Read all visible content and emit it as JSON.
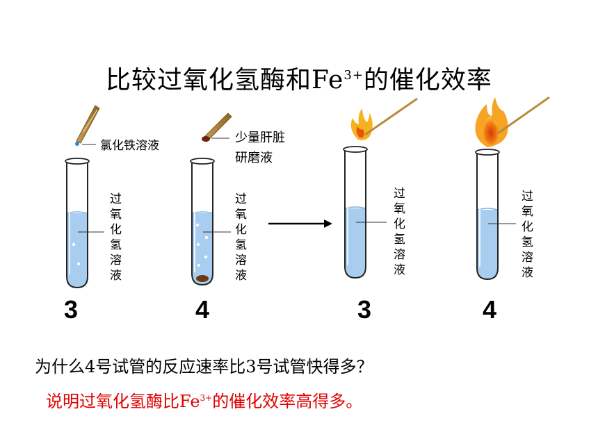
{
  "title": {
    "main": "比较过氧化氢酶和Fe",
    "sup": "3+",
    "tail": "的催化效率"
  },
  "labels": {
    "ferric_chloride": "氯化铁溶液",
    "liver_line1": "少量肝脏",
    "liver_line2": "研磨液",
    "h2o2": [
      "过",
      "氧",
      "化",
      "氢",
      "溶",
      "液"
    ]
  },
  "tubes": [
    "3",
    "4",
    "3",
    "4"
  ],
  "question": "为什么4号试管的反应速率比3号试管快得多？",
  "answer": {
    "pre": "说明过氧化氢酶比Fe",
    "sup": "3+",
    "post": "的催化效率高得多。"
  },
  "colors": {
    "liquid": "#a8cdef",
    "answer_text": "#e00000",
    "flame_outer": "#f7a323",
    "flame_inner": "#e8540a"
  }
}
